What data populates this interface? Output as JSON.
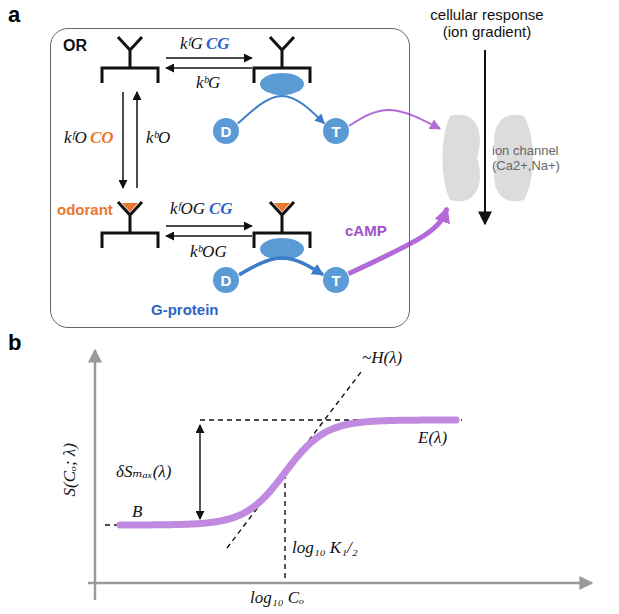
{
  "diagram": {
    "nodes": [
      {
        "text": [
          "OR",
          "odorant",
          "G-protein"
        ]
      },
      {
        "text": [
          "D"
        ],
        "in": 0
      },
      {
        "text": [
          "T"
        ],
        "in": 0
      },
      {
        "text": [
          "D"
        ],
        "in": 0
      },
      {
        "text": [
          "T"
        ],
        "in": 0
      },
      {
        "text": [
          "ion channel (Ca2+,Na+)"
        ]
      }
    ],
    "edges": [
      {
        "from": 1,
        "to": 2,
        "arrow": "to"
      },
      {
        "from": 3,
        "to": 4,
        "arrow": "to"
      },
      {
        "from": 2,
        "to": 5,
        "arrow": "to"
      },
      {
        "from": 4,
        "to": 5,
        "arrow": "to",
        "label": "cAMP"
      }
    ],
    "labels": [
      "a",
      "kᶠG",
      "CG",
      "kᵇG",
      "kᶠO",
      "CO",
      "kᵇO",
      "kᶠOG",
      "CG",
      "kᵇOG",
      "cellular response (ion gradient)",
      "b",
      "S(Cₒ; λ)",
      "~H(λ)",
      "E(λ)",
      "δSₘₐₓ(λ)",
      "B",
      "log₁₀ K₁/₂",
      "log₁₀ Cₒ"
    ]
  }
}
